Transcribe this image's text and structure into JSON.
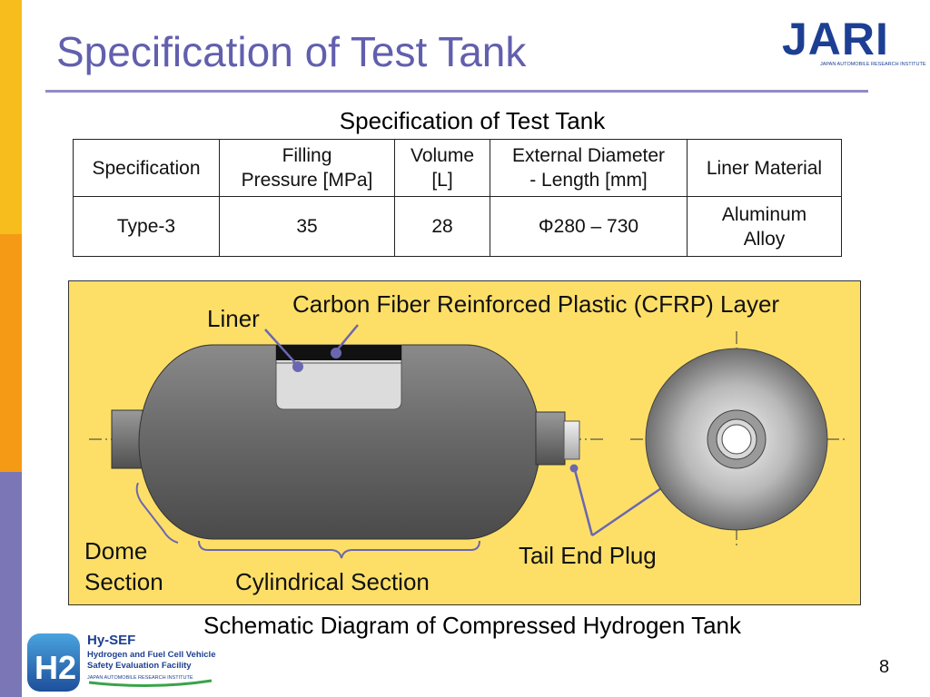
{
  "slide": {
    "title": "Specification of Test Tank",
    "page_number": "8"
  },
  "logos": {
    "jari_wordmark": "JARI",
    "jari_subtitle": "JAPAN AUTOMOBILE RESEARCH INSTITUTE",
    "hysef_h2": "H2",
    "hysef_name": "Hy-SEF",
    "hysef_line1": "Hydrogen and Fuel Cell Vehicle",
    "hysef_line2": "Safety Evaluation Facility",
    "hysef_line3": "JAPAN AUTOMOBILE RESEARCH INSTITUTE"
  },
  "table": {
    "caption": "Specification of Test Tank",
    "headers": [
      [
        "Specification"
      ],
      [
        "Filling",
        "Pressure [MPa]"
      ],
      [
        "Volume",
        "[L]"
      ],
      [
        "External Diameter",
        "- Length [mm]"
      ],
      [
        "Liner Material"
      ]
    ],
    "row": [
      [
        "Type-3"
      ],
      [
        "35"
      ],
      [
        "28"
      ],
      [
        "Φ280 – 730"
      ],
      [
        "Aluminum",
        "Alloy"
      ]
    ]
  },
  "diagram": {
    "caption": "Schematic Diagram of Compressed Hydrogen Tank",
    "labels": {
      "cfrp": "Carbon Fiber Reinforced Plastic (CFRP) Layer",
      "liner": "Liner",
      "dome_1": "Dome",
      "dome_2": "Section",
      "cylindrical": "Cylindrical Section",
      "tail_plug": "Tail End Plug"
    },
    "colors": {
      "panel": "#fddf68",
      "tank_body": "#595959",
      "leader_line": "#6a67b0",
      "liner_fill": "#dcdcdc",
      "cfrp_band": "#111111"
    }
  },
  "theme": {
    "title_color": "#625fae",
    "sidebar_yellow": "#f7bd1c",
    "sidebar_orange": "#f59a14",
    "sidebar_purple": "#7b76b5"
  }
}
